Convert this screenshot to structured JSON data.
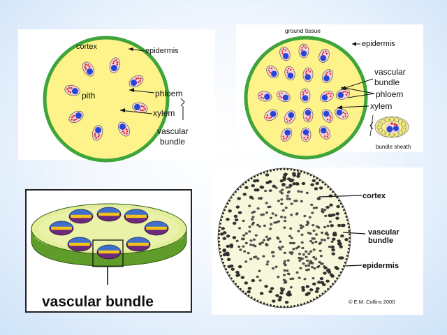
{
  "panel1": {
    "labels": {
      "cortex": "cortex",
      "epidermis": "epidermis",
      "pith": "pith",
      "phloem": "phloem",
      "xylem": "xylem",
      "vascular": "vascular",
      "bundle": "bundle"
    }
  },
  "panel2": {
    "labels": {
      "ground_tissue": "ground tissue",
      "epidermis": "epidermis",
      "vascular": "vascular",
      "bundle": "bundle",
      "phloem": "phloem",
      "xylem": "xylem",
      "bundle_sheath": "bundle sheath"
    }
  },
  "panel3": {
    "labels": {
      "vascular_bundle": "vascular bundle"
    }
  },
  "panel4": {
    "labels": {
      "cortex": "cortex",
      "vascular": "vascular",
      "bundle": "bundle",
      "epidermis": "epidermis",
      "credit": "© E.M. Collins 2000"
    }
  },
  "colors": {
    "epidermis_green": "#3fa43a",
    "ground_yellow": "#fdf38a",
    "xylem_blue": "#2446d8",
    "phloem_red": "#e02626",
    "bundle_pink": "#f7d2d8",
    "model_purple": "#6b2b7a",
    "model_blue": "#3f6fc9",
    "model_yellow": "#f6c21a",
    "model_green": "#8fbf3a"
  }
}
